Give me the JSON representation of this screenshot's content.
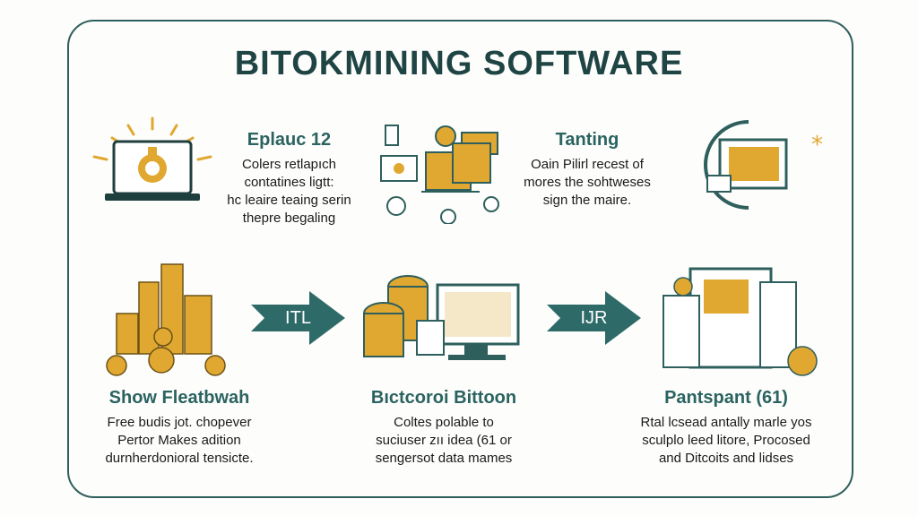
{
  "title": "BITOKMINING SOFTWARE",
  "sections": [
    {
      "heading": "Eplauc 12",
      "lines": [
        "Colers retlapıch",
        "contatines ligtt:",
        "hc leaire teaing serin",
        "thepre begaling"
      ]
    },
    {
      "heading": "Tanting",
      "lines": [
        "Oain Pilirl recest of",
        "mores the sohtweses",
        "sign the maire."
      ]
    },
    {
      "heading": "Show Fleatbwah",
      "lines": [
        "Free budis jot. chopever",
        "Pertor Makes adition",
        "durnherdonioral tensicte."
      ]
    },
    {
      "heading": "Bıctcoroi Bittoon",
      "lines": [
        "Coltes polable to",
        "suciuser zıı idea (61 or",
        "sengersot data mames"
      ]
    },
    {
      "heading": "Pantspant (61)",
      "lines": [
        "Rtal lcsead antally marle yos",
        "sculplo leed litore, Procosed",
        "and Ditcoits and lidses"
      ]
    }
  ],
  "arrows": [
    "ITL",
    "IJR"
  ],
  "colors": {
    "teal": "#2e6b68",
    "gold": "#e0a830",
    "frame": "#2e5f5c"
  }
}
